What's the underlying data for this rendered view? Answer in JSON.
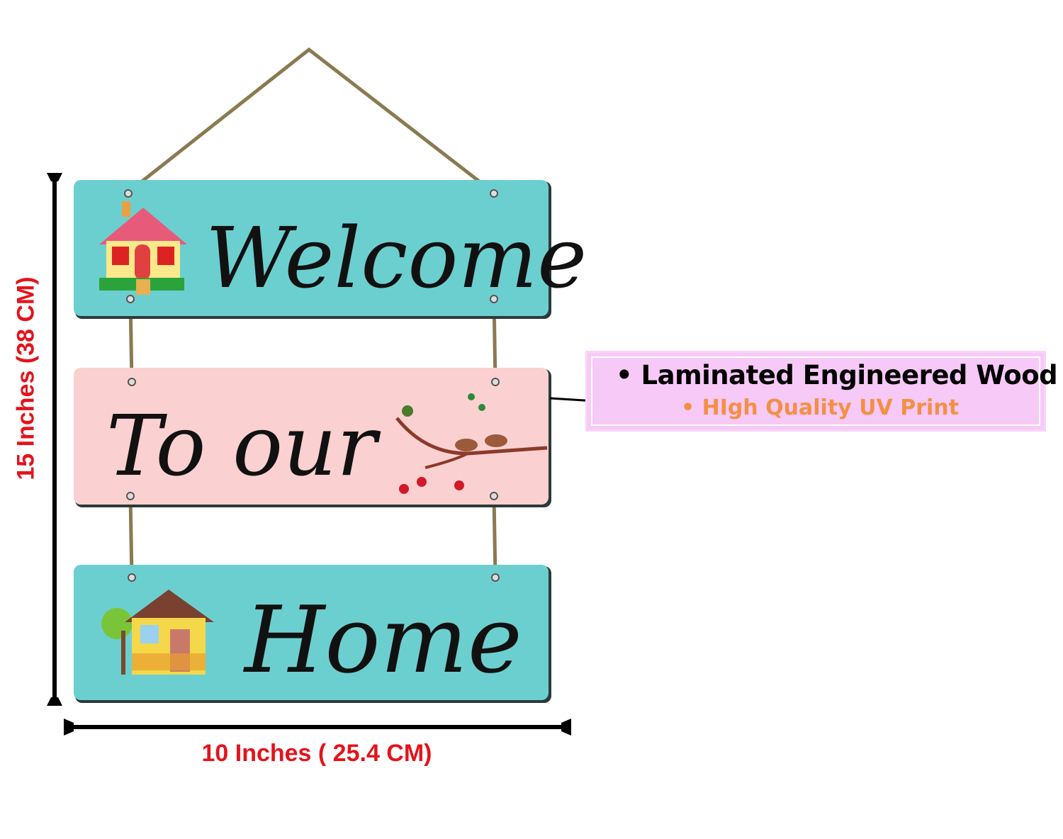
{
  "sign": {
    "boards": [
      {
        "text": "Welcome",
        "color": "#6ccfcf"
      },
      {
        "text": "To our",
        "color": "#fbd0d0"
      },
      {
        "text": "Home",
        "color": "#6ccfcf"
      }
    ]
  },
  "features": {
    "items": [
      "Laminated Engineered Wood",
      "HIgh Quality UV Print"
    ],
    "colors": [
      "#000000",
      "#f39045"
    ]
  },
  "dimensions": {
    "height_label": "15 Inches (38 CM)",
    "width_label": "10 Inches ( 25.4 CM)",
    "color": "#e3141c"
  }
}
